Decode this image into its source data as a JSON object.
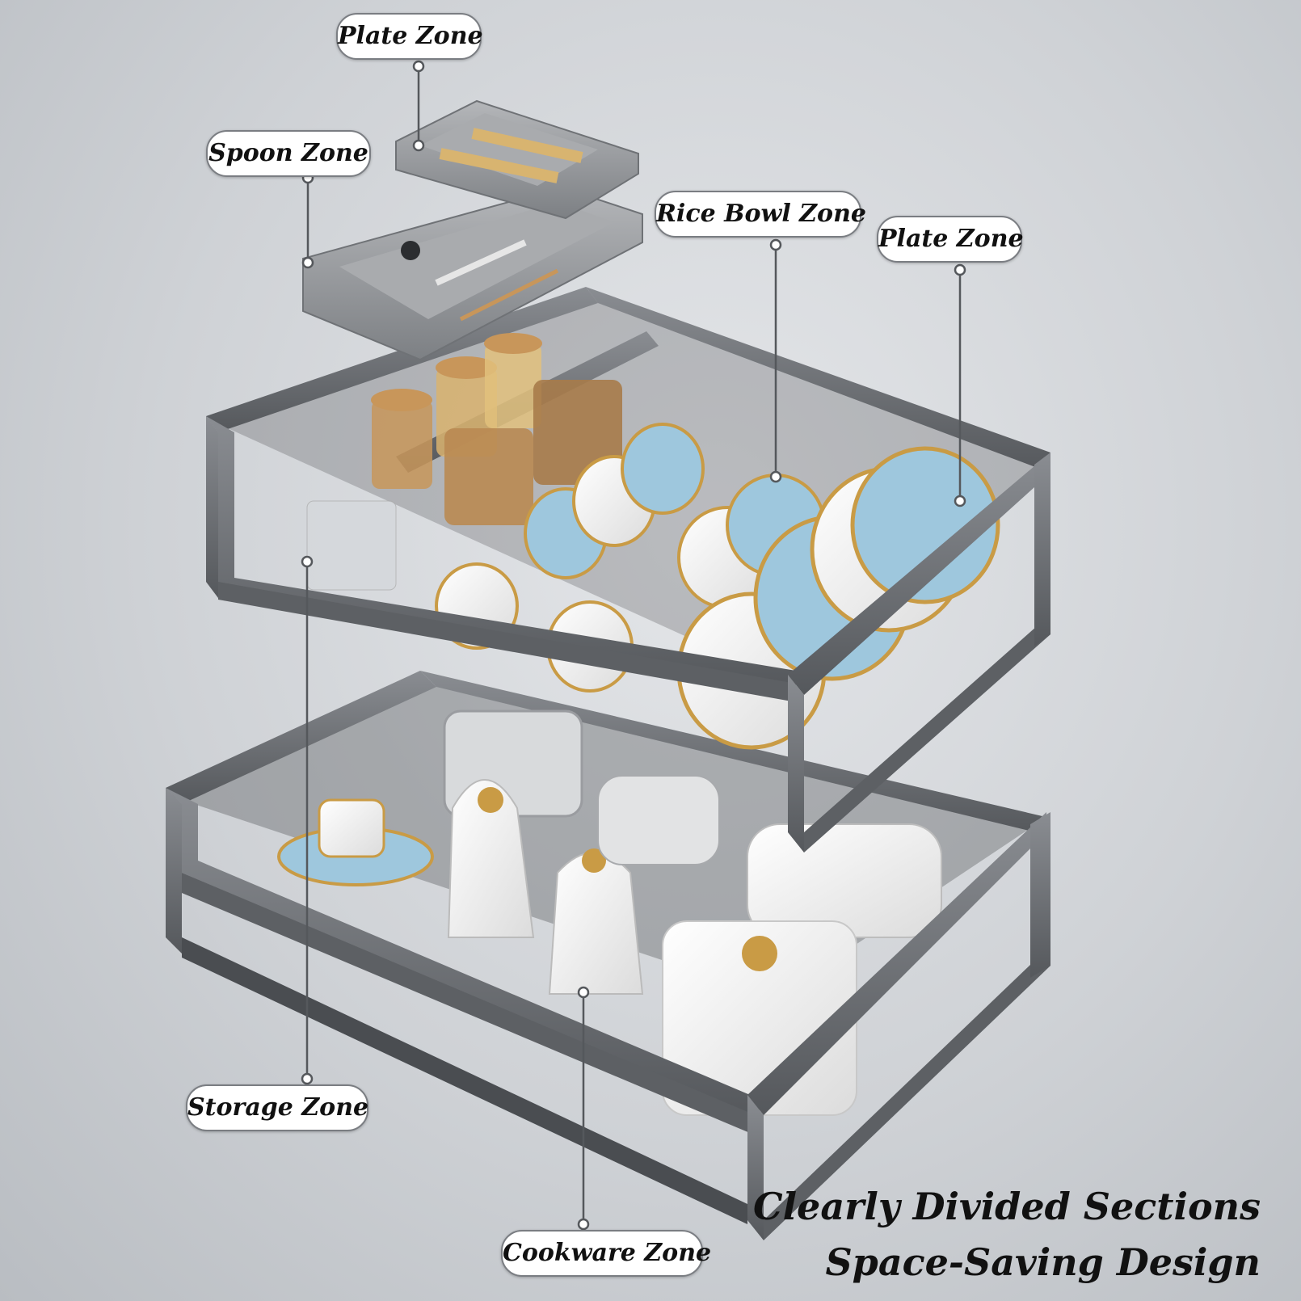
{
  "labels": {
    "plate_zone_top": "Plate Zone",
    "spoon_zone": "Spoon Zone",
    "rice_bowl_zone": "Rice Bowl Zone",
    "plate_zone_right": "Plate Zone",
    "storage_zone": "Storage Zone",
    "cookware_zone": "Cookware Zone"
  },
  "tagline": {
    "line1": "Clearly Divided Sections",
    "line2": "Space-Saving Design"
  },
  "colors": {
    "frame": "#6e7176",
    "frame_dark": "#3f4246",
    "plate_rim_blue": "#9ec7dd",
    "gold": "#c99b45",
    "wood": "#c8965a"
  }
}
